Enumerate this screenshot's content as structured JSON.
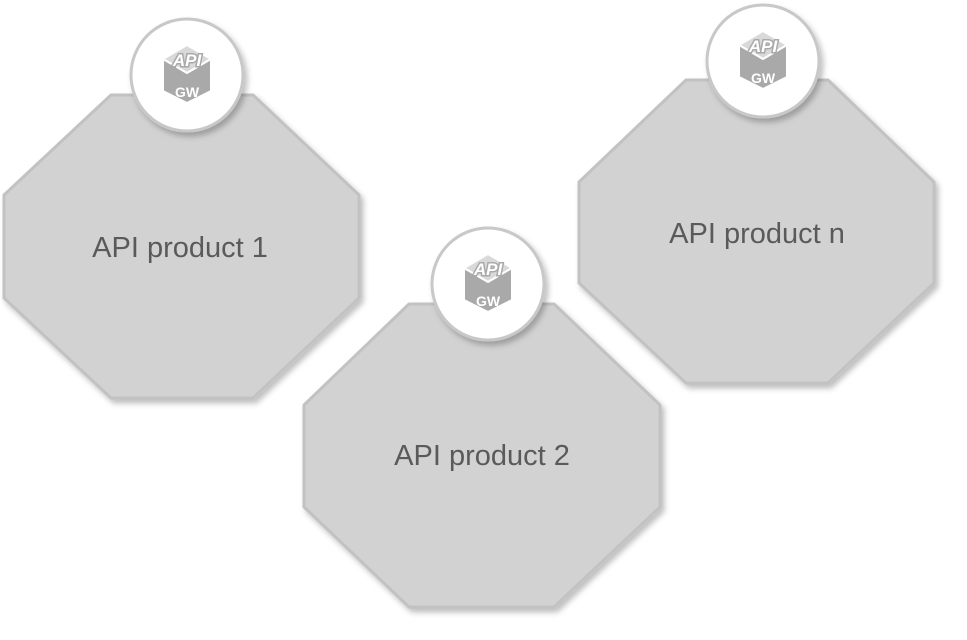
{
  "diagram": {
    "nodes": [
      {
        "label": "API product 1",
        "badge": {
          "icon": "api-gateway-icon",
          "top_text": "API",
          "bottom_text": "GW"
        }
      },
      {
        "label": "API product 2",
        "badge": {
          "icon": "api-gateway-icon",
          "top_text": "API",
          "bottom_text": "GW"
        }
      },
      {
        "label": "API product n",
        "badge": {
          "icon": "api-gateway-icon",
          "top_text": "API",
          "bottom_text": "GW"
        }
      }
    ]
  },
  "colors": {
    "octagon_fill": "#d2d2d2",
    "octagon_stroke": "#c2c2c2",
    "label_text": "#5a5a5a",
    "badge_fill": "#ffffff",
    "icon_gray": "#a9a9a9"
  }
}
